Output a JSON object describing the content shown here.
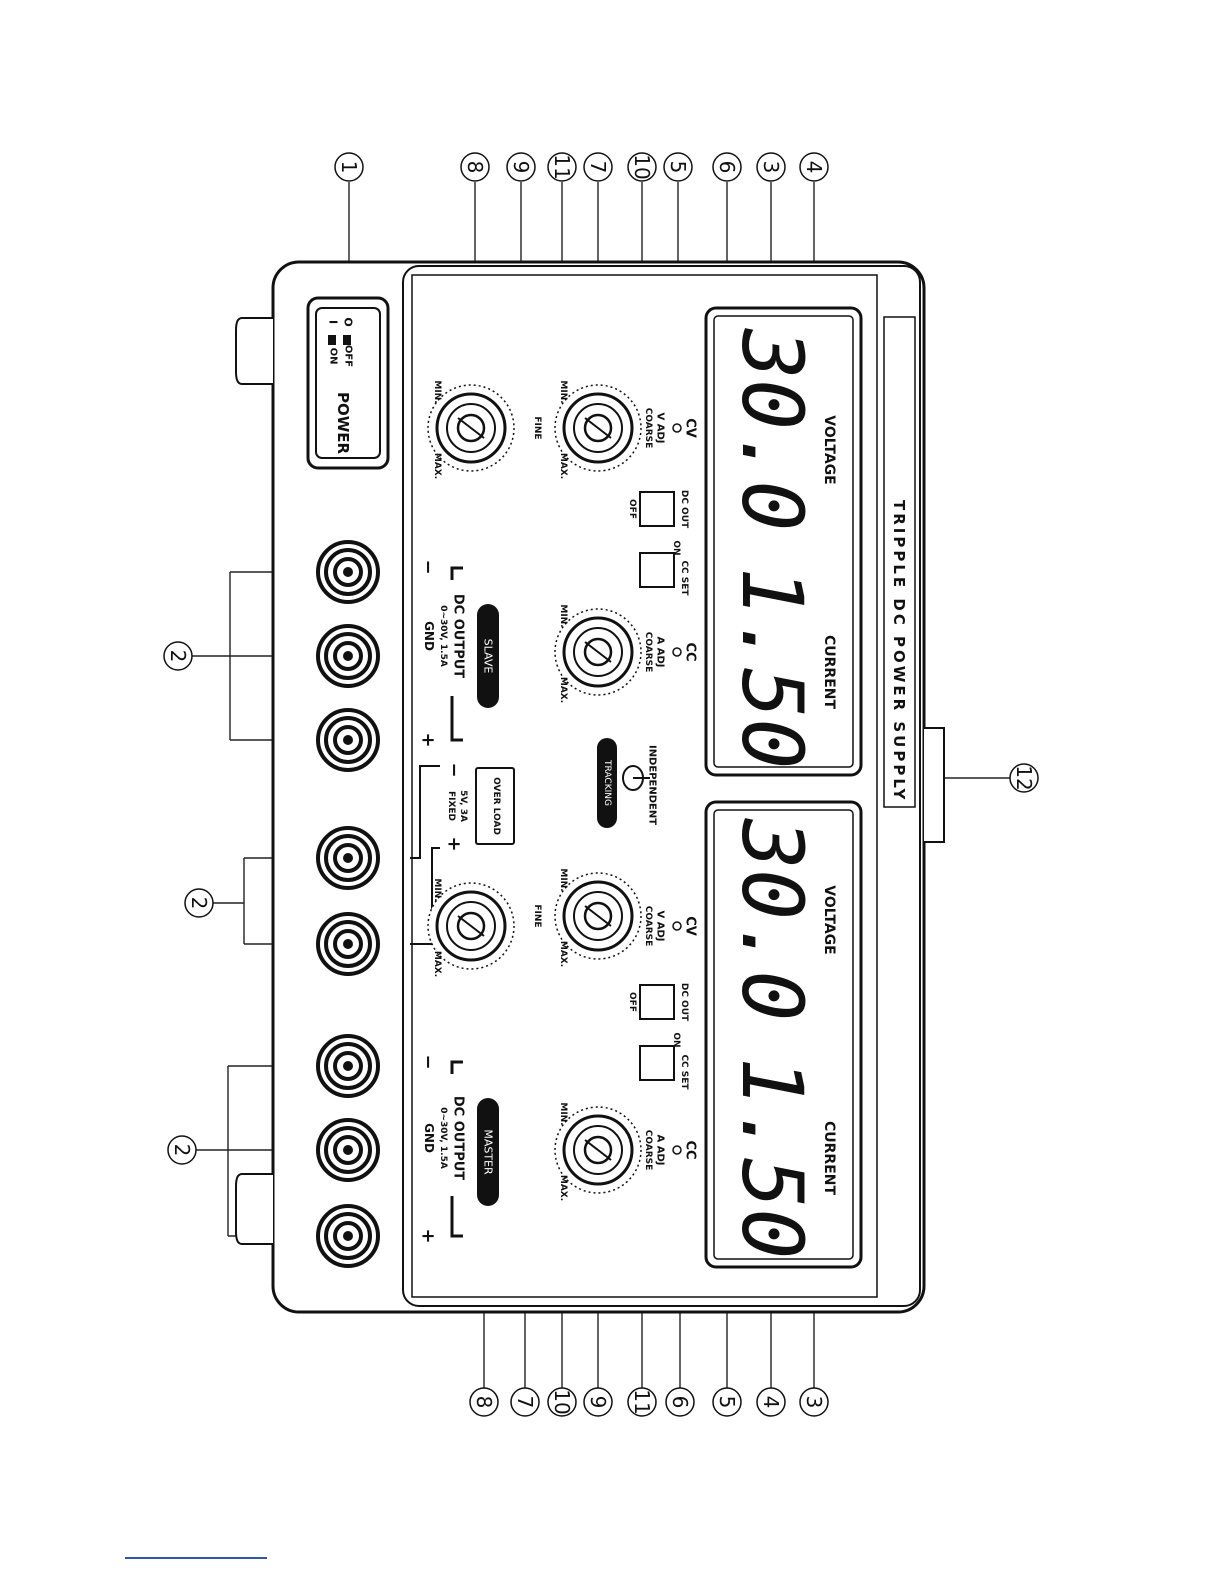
{
  "panel": {
    "title": "TRIPPLE DC POWER SUPPLY",
    "power": {
      "label": "POWER",
      "on_label": "ON",
      "off_label": "OFF",
      "on_symbol": "I",
      "off_symbol": "O"
    },
    "left_channel": {
      "voltage_label": "VOLTAGE",
      "current_label": "CURRENT",
      "voltage_reading": "30.0",
      "current_reading": "1.50",
      "cv_label": "CV",
      "cc_label": "CC",
      "v_adj_label": "V ADJ",
      "a_adj_label": "A ADJ",
      "coarse_label": "COARSE",
      "fine_label": "FINE",
      "min_label": "MIN.",
      "max_label": "MAX.",
      "dc_out_label": "DC OUT",
      "on_label": "ON",
      "off_label": "OFF",
      "cc_set_label": "CC SET",
      "badge": "SLAVE",
      "output_title": "DC OUTPUT",
      "output_spec": "0~30V, 1.5A",
      "gnd_label": "GND",
      "minus": "−",
      "plus": "+"
    },
    "right_channel": {
      "voltage_label": "VOLTAGE",
      "current_label": "CURRENT",
      "voltage_reading": "30.0",
      "current_reading": "1.50",
      "cv_label": "CV",
      "cc_label": "CC",
      "v_adj_label": "V ADJ",
      "a_adj_label": "A ADJ",
      "coarse_label": "COARSE",
      "fine_label": "FINE",
      "min_label": "MIN.",
      "max_label": "MAX.",
      "dc_out_label": "DC OUT",
      "on_label": "ON",
      "off_label": "OFF",
      "cc_set_label": "CC SET",
      "badge": "MASTER",
      "output_title": "DC OUTPUT",
      "output_spec": "0~30V, 1.5A",
      "gnd_label": "GND",
      "minus": "−",
      "plus": "+"
    },
    "fixed_output": {
      "overload_label": "OVER LOAD",
      "spec_line1": "5V, 3A",
      "spec_line2": "FIXED",
      "minus": "−",
      "plus": "+"
    },
    "tracking": {
      "badge": "TRACKING",
      "independent_label": "INDEPENDENT"
    }
  },
  "callouts": {
    "top": [
      "4",
      "3",
      "6",
      "5",
      "10",
      "7",
      "11",
      "9",
      "8",
      "1"
    ],
    "bottom": [
      "3",
      "4",
      "5",
      "6",
      "11",
      "9",
      "10",
      "7",
      "8"
    ],
    "left": [
      "2",
      "2",
      "2"
    ],
    "right": [
      "12"
    ]
  }
}
